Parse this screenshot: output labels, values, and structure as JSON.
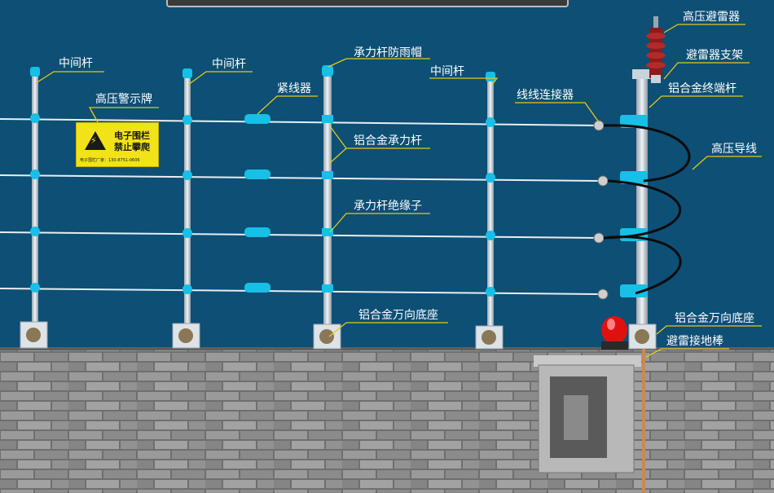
{
  "labels": {
    "middle_pole_1": "中间杆",
    "middle_pole_2": "中间杆",
    "middle_pole_3": "中间杆",
    "warning_sign": "高压警示牌",
    "tightener": "紧线器",
    "rain_cap": "承力杆防雨帽",
    "load_pole": "铝合金承力杆",
    "load_insulator": "承力杆绝缘子",
    "base_1": "铝合金万向底座",
    "wire_connector": "线线连接器",
    "arrester": "高压避雷器",
    "arrester_bracket": "避雷器支架",
    "terminal_pole": "铝合金终端杆",
    "hv_lead": "高压导线",
    "base_2": "铝合金万向底座",
    "ground_rod": "避雷接地棒"
  },
  "sign": {
    "line1": "电子围栏",
    "line2": "禁止攀爬",
    "line3": "电子围栏厂家：130-8751-0606"
  },
  "colors": {
    "background": "#0d4f75",
    "label_text": "#ffffff",
    "leader_line": "#e8c81a",
    "insulator": "#16c0e6",
    "pole": "#c9d3da",
    "wall": "#8e8e8e",
    "sign": "#f2e21a",
    "beacon": "#e01010"
  },
  "icons": {
    "sign": "high-voltage-warning-icon",
    "beacon": "alarm-beacon-icon",
    "controller": "controller-box-icon"
  }
}
